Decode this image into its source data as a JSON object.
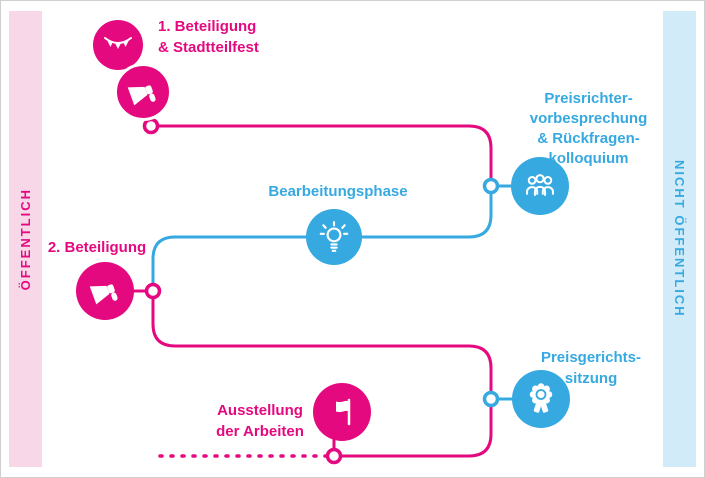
{
  "bands": {
    "left": {
      "label": "ÖFFENTLICH",
      "color": "#e5097f",
      "background": "#f8d7e9"
    },
    "right": {
      "label": "NICHT ÖFFENTLICH",
      "color": "#36a9e1",
      "background": "#d2ebf8"
    }
  },
  "steps": {
    "beteiligung_1": {
      "label": "1. Beteiligung\n& Stadtteilfest",
      "color": "#e5097f",
      "icons": [
        "bunting-icon",
        "megaphone-icon"
      ]
    },
    "preisrichtervorbesprechung": {
      "label": "Preisrichter-\nvorbesprechung\n& Rückfragen-\nkolloquium",
      "color": "#36a9e1",
      "icon": "people-group-icon"
    },
    "bearbeitungsphase": {
      "label": "Bearbeitungsphase",
      "color": "#36a9e1",
      "icon": "lightbulb-icon"
    },
    "beteiligung_2": {
      "label": "2. Beteiligung",
      "color": "#e5097f",
      "icon": "megaphone-icon"
    },
    "preisgerichtssitzung": {
      "label": "Preisgerichts-\nsitzung",
      "color": "#36a9e1",
      "icon": "award-rosette-icon"
    },
    "ausstellung": {
      "label": "Ausstellung\nder Arbeiten",
      "color": "#e5097f",
      "icon": "flag-icon"
    }
  },
  "colors": {
    "pink": "#e5097f",
    "blue": "#36a9e1",
    "pink_light": "#f8d7e9",
    "blue_light": "#d2ebf8",
    "background": "#ffffff"
  }
}
